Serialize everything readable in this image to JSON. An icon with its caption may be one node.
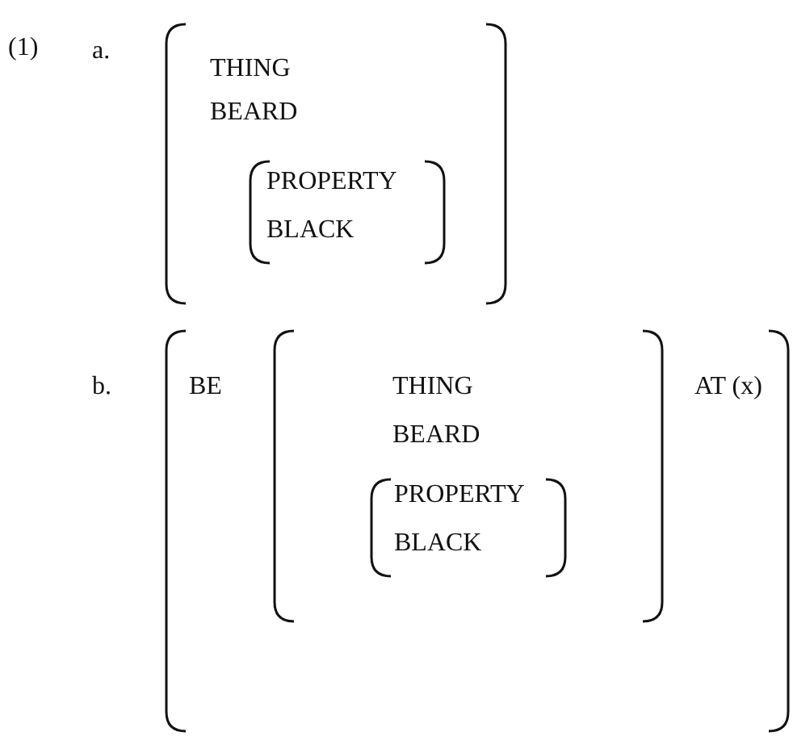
{
  "diagram": {
    "nodes": [
      {
        "text": [
          "THING",
          "BEARD"
        ]
      },
      {
        "text": [
          "PROPERTY",
          "BLACK"
        ],
        "in": 0
      },
      {
        "text": [
          "BE",
          "AT (x)"
        ]
      },
      {
        "text": [
          "THING",
          "BEARD"
        ],
        "in": 2
      },
      {
        "text": [
          "PROPERTY",
          "BLACK"
        ],
        "in": 3
      }
    ],
    "labels": [
      "(1)",
      "a.",
      "b."
    ]
  }
}
